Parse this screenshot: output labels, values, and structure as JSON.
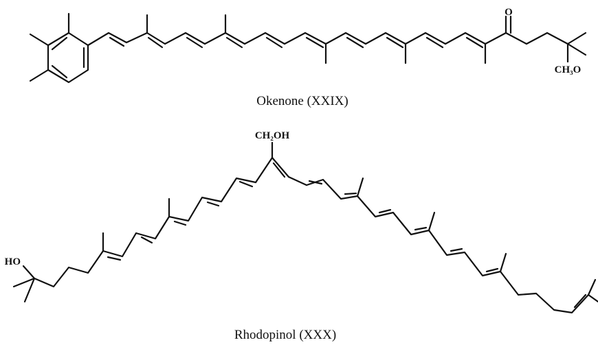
{
  "figure": {
    "molecules": [
      {
        "name": "okenone",
        "caption": "Okenone (XXIX)",
        "labels": {
          "ketone": "O",
          "methoxy": "CH₃O"
        }
      },
      {
        "name": "rhodopinol",
        "caption": "Rhodopinol (XXX)",
        "labels": {
          "hydroxymethyl": "CH₂OH",
          "hydroxyl": "HO"
        }
      }
    ],
    "colors": {
      "ink": "#111111",
      "background": "#ffffff"
    }
  }
}
